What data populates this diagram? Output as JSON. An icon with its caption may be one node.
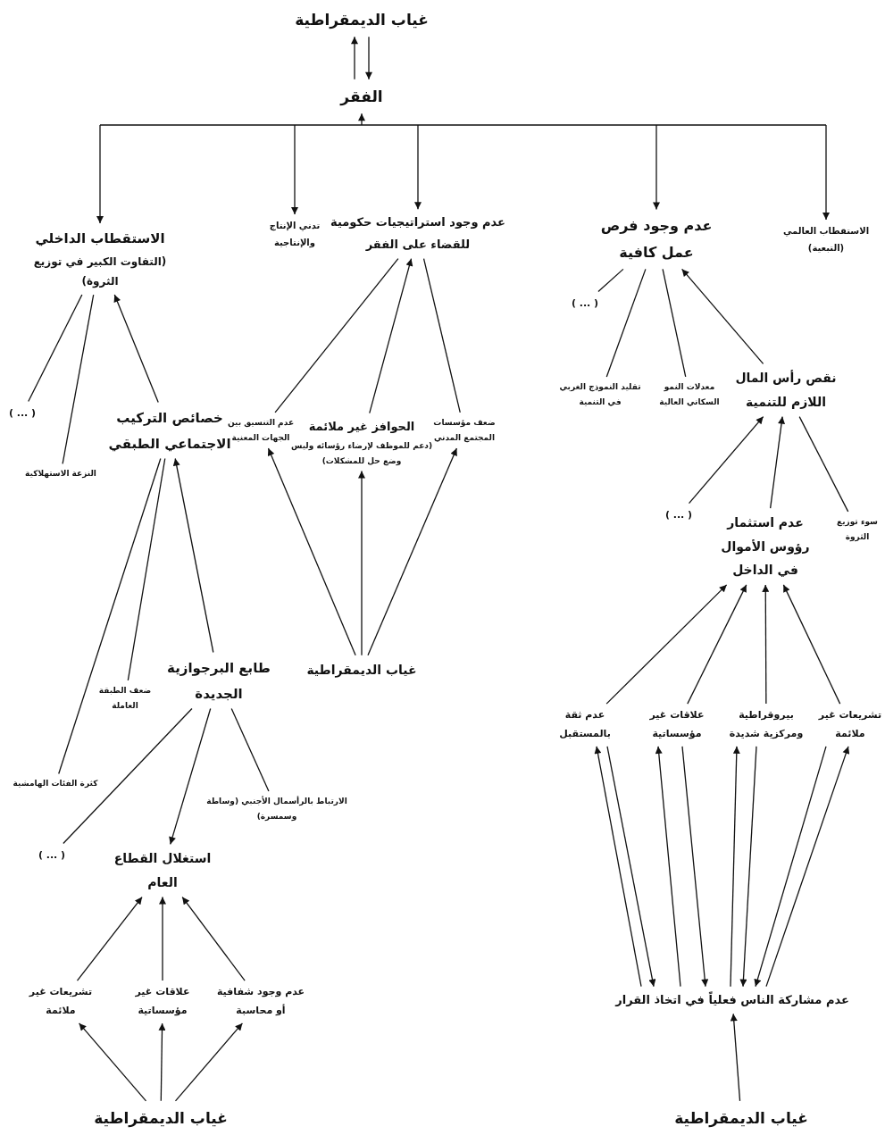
{
  "diagram": {
    "nodes": [
      {
        "text": [
          "غياب الديمقراطية"
        ]
      },
      {
        "text": [
          "الفقر"
        ]
      },
      {
        "text": [
          "الاستقطاب الداخلي",
          "(التفاوت الكبير في توزيع الثروة)"
        ]
      },
      {
        "text": [
          "تدني الإنتاج والإنتاجية"
        ]
      },
      {
        "text": [
          "عدم وجود استراتيجيات حكومية للقضاء على الفقر"
        ]
      },
      {
        "text": [
          "عدم وجود فرص عمل كافية"
        ]
      },
      {
        "text": [
          "الاستقطاب العالمي (التبعية)"
        ]
      },
      {
        "text": [
          "( ... )"
        ]
      },
      {
        "text": [
          "خصائص التركيب الاجتماعي الطبقي"
        ]
      },
      {
        "text": [
          "النزعة الاستهلاكية"
        ]
      },
      {
        "text": [
          "ضعف الطبقة العاملة"
        ]
      },
      {
        "text": [
          "كثرة الفئات الهامشية"
        ]
      },
      {
        "text": [
          "طابع البرجوازية الجديدة"
        ]
      },
      {
        "text": [
          "الارتباط بالرأسمال الأجنبي (وساطة وسمسرة)"
        ]
      },
      {
        "text": [
          "( ... )"
        ]
      },
      {
        "text": [
          "استغلال القطاع العام"
        ]
      },
      {
        "text": [
          "عدم وجود شفافية أو محاسبة"
        ]
      },
      {
        "text": [
          "علاقات غير مؤسساتية"
        ]
      },
      {
        "text": [
          "تشريعات غير ملائمة"
        ]
      },
      {
        "text": [
          "غياب الديمقراطية"
        ]
      },
      {
        "text": [
          "عدم التنسيق بين الجهات المعنية"
        ]
      },
      {
        "text": [
          "الحوافز غير ملائمة",
          "(دعم للموظف لإرضاء رؤسائه وليس وضع حل للمشكلات)"
        ]
      },
      {
        "text": [
          "ضعف مؤسسات المجتمع المدني"
        ]
      },
      {
        "text": [
          "غياب الديمقراطية"
        ]
      },
      {
        "text": [
          "( ... )"
        ]
      },
      {
        "text": [
          "نقص رأس المال اللازم للتنمية"
        ]
      },
      {
        "text": [
          "معدلات النمو السكاني العالية"
        ]
      },
      {
        "text": [
          "تقليد النموذج الغربي في التنمية"
        ]
      },
      {
        "text": [
          "( ... )"
        ]
      },
      {
        "text": [
          "عدم استثمار رؤوس الأموال في الداخل"
        ]
      },
      {
        "text": [
          "سوء توزيع الثروة"
        ]
      },
      {
        "text": [
          "تشريعات غير ملائمة"
        ]
      },
      {
        "text": [
          "بيروقراطية ومركزية شديدة"
        ]
      },
      {
        "text": [
          "علاقات غير مؤسساتية"
        ]
      },
      {
        "text": [
          "عدم ثقة بالمستقبل"
        ]
      },
      {
        "text": [
          "عدم مشاركة الناس فعلياً في اتخاذ القرار"
        ]
      },
      {
        "text": [
          "غياب الديمقراطية"
        ]
      }
    ],
    "edges": [
      {
        "from": 1,
        "to": 0,
        "arrow": "to"
      },
      {
        "from": 0,
        "to": 1,
        "arrow": "to"
      },
      {
        "from": 1,
        "to": 2,
        "arrow": "both"
      },
      {
        "from": 1,
        "to": 3,
        "arrow": "both"
      },
      {
        "from": 1,
        "to": 4,
        "arrow": "both"
      },
      {
        "from": 1,
        "to": 5,
        "arrow": "both"
      },
      {
        "from": 1,
        "to": 6,
        "arrow": "both"
      },
      {
        "from": 2,
        "to": 7,
        "arrow": "none"
      },
      {
        "from": 2,
        "to": 9,
        "arrow": "none"
      },
      {
        "from": 8,
        "to": 2,
        "arrow": "to"
      },
      {
        "from": 8,
        "to": 10,
        "arrow": "none"
      },
      {
        "from": 8,
        "to": 11,
        "arrow": "none"
      },
      {
        "from": 12,
        "to": 8,
        "arrow": "to"
      },
      {
        "from": 12,
        "to": 14,
        "arrow": "none"
      },
      {
        "from": 12,
        "to": 15,
        "arrow": "to"
      },
      {
        "from": 12,
        "to": 13,
        "arrow": "none"
      },
      {
        "from": 16,
        "to": 15,
        "arrow": "to"
      },
      {
        "from": 17,
        "to": 15,
        "arrow": "to"
      },
      {
        "from": 18,
        "to": 15,
        "arrow": "to"
      },
      {
        "from": 19,
        "to": 18,
        "arrow": "to"
      },
      {
        "from": 19,
        "to": 17,
        "arrow": "to"
      },
      {
        "from": 19,
        "to": 16,
        "arrow": "to"
      },
      {
        "from": 20,
        "to": 4,
        "arrow": "none"
      },
      {
        "from": 21,
        "to": 4,
        "arrow": "to"
      },
      {
        "from": 22,
        "to": 4,
        "arrow": "none"
      },
      {
        "from": 23,
        "to": 20,
        "arrow": "to"
      },
      {
        "from": 23,
        "to": 21,
        "arrow": "to"
      },
      {
        "from": 23,
        "to": 22,
        "arrow": "to"
      },
      {
        "from": 5,
        "to": 24,
        "arrow": "none"
      },
      {
        "from": 5,
        "to": 27,
        "arrow": "none"
      },
      {
        "from": 5,
        "to": 26,
        "arrow": "none"
      },
      {
        "from": 25,
        "to": 5,
        "arrow": "to"
      },
      {
        "from": 28,
        "to": 25,
        "arrow": "to"
      },
      {
        "from": 29,
        "to": 25,
        "arrow": "to"
      },
      {
        "from": 30,
        "to": 25,
        "arrow": "none"
      },
      {
        "from": 34,
        "to": 29,
        "arrow": "to"
      },
      {
        "from": 33,
        "to": 29,
        "arrow": "to"
      },
      {
        "from": 32,
        "to": 29,
        "arrow": "to"
      },
      {
        "from": 31,
        "to": 29,
        "arrow": "to"
      },
      {
        "from": 35,
        "to": 34,
        "arrow": "to"
      },
      {
        "from": 34,
        "to": 35,
        "arrow": "to"
      },
      {
        "from": 35,
        "to": 33,
        "arrow": "to"
      },
      {
        "from": 33,
        "to": 35,
        "arrow": "to"
      },
      {
        "from": 35,
        "to": 32,
        "arrow": "to"
      },
      {
        "from": 32,
        "to": 35,
        "arrow": "to"
      },
      {
        "from": 35,
        "to": 31,
        "arrow": "to"
      },
      {
        "from": 31,
        "to": 35,
        "arrow": "to"
      },
      {
        "from": 36,
        "to": 35,
        "arrow": "to"
      }
    ]
  }
}
